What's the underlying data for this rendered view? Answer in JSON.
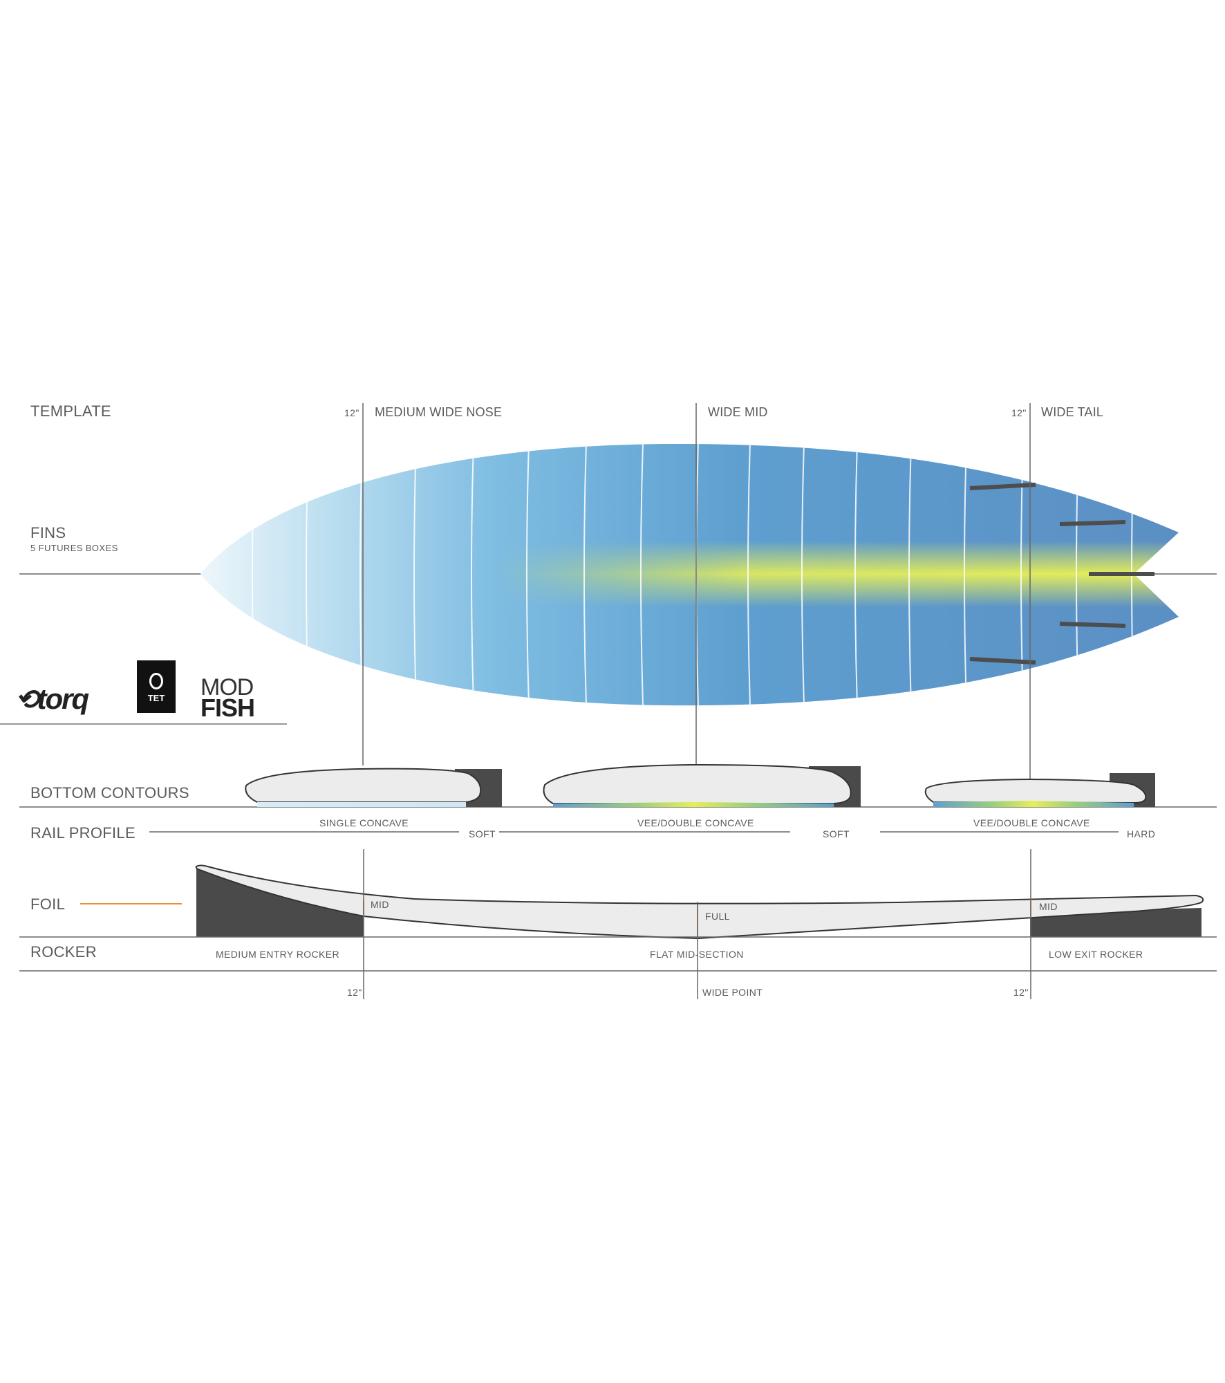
{
  "sections": {
    "template": "TEMPLATE",
    "fins": "FINS",
    "fins_sub": "5 FUTURES BOXES",
    "bottom_contours": "BOTTOM  CONTOURS",
    "rail_profile": "RAIL PROFILE",
    "foil": "FOIL",
    "rocker": "ROCKER"
  },
  "template": {
    "nose_measure": "12\"",
    "nose_label": "MEDIUM WIDE NOSE",
    "mid_label": "WIDE MID",
    "tail_measure": "12\"",
    "tail_label": "WIDE TAIL"
  },
  "bottom_contours": {
    "nose": "SINGLE CONCAVE",
    "mid": "VEE/DOUBLE CONCAVE",
    "tail": "VEE/DOUBLE CONCAVE"
  },
  "rail_profile": {
    "nose": "SOFT",
    "mid": "SOFT",
    "tail": "HARD"
  },
  "foil": {
    "nose": "MID",
    "mid": "FULL",
    "tail": "MID"
  },
  "rocker": {
    "entry": "MEDIUM ENTRY ROCKER",
    "mid": "FLAT MID-SECTION",
    "exit": "LOW EXIT ROCKER"
  },
  "bottom_marks": {
    "nose_measure": "12\"",
    "wide_point": "WIDE POINT",
    "tail_measure": "12\""
  },
  "logos": {
    "brand": "torq",
    "tet": "TET",
    "model_top": "MOD",
    "model_bottom": "FISH"
  },
  "colors": {
    "board_nose": "#dcefF8",
    "board_blue": "#5f9bcb",
    "board_yellow": "#e8ef55",
    "line": "#666666",
    "foil_accent": "#e8913a",
    "fin_block": "#4a4a4a"
  }
}
